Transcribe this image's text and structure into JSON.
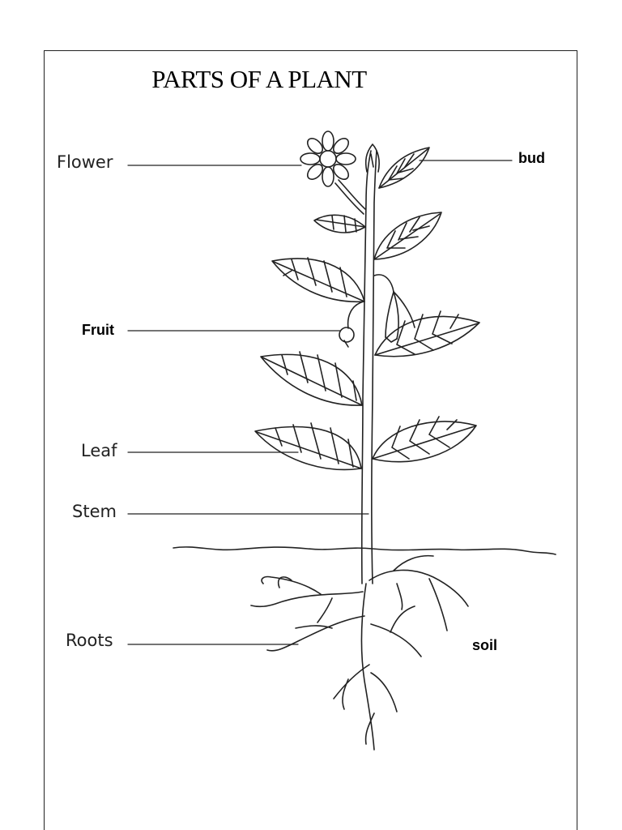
{
  "title": "PARTS OF A PLANT",
  "labels": {
    "flower": "Flower",
    "bud": "bud",
    "fruit": "Fruit",
    "leaf": "Leaf",
    "stem": "Stem",
    "roots": "Roots",
    "soil": "soil"
  },
  "colors": {
    "ink": "#222222",
    "paper": "#ffffff"
  }
}
